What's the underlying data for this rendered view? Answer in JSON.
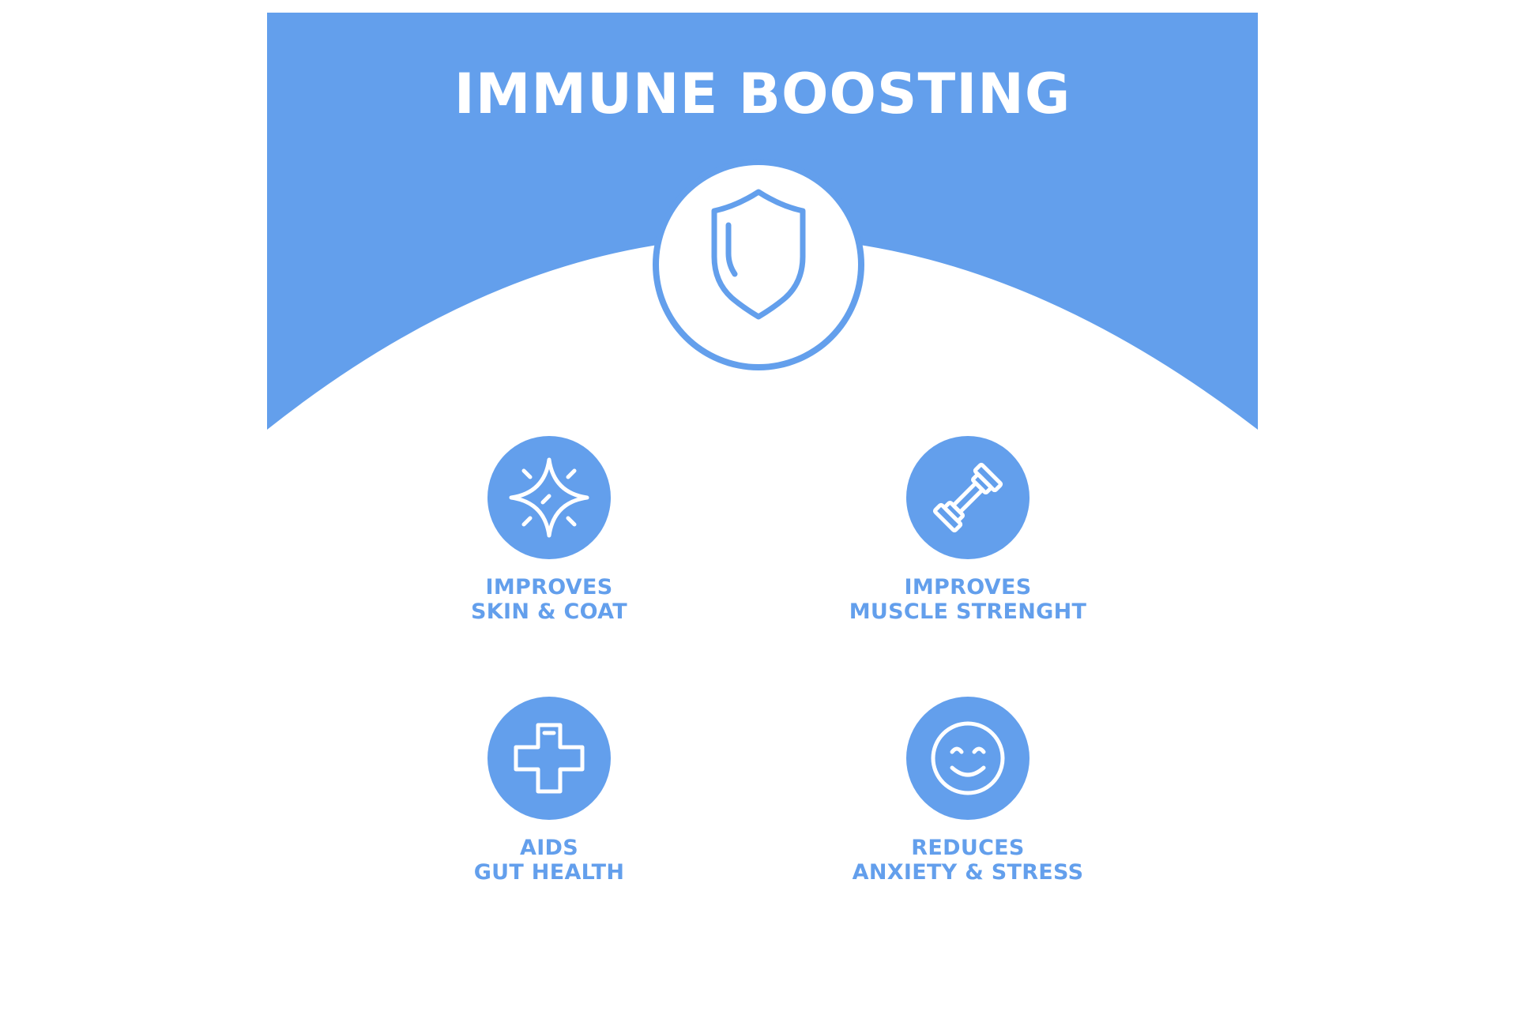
{
  "hero": {
    "title": "IMMUNE BOOSTING",
    "icon": "shield-icon"
  },
  "benefits": [
    {
      "line1": "IMPROVES",
      "line2": "SKIN & COAT",
      "icon": "sparkle-icon"
    },
    {
      "line1": "IMPROVES",
      "line2": "MUSCLE STRENGHT",
      "icon": "dumbbell-icon"
    },
    {
      "line1": "AIDS",
      "line2": "GUT HEALTH",
      "icon": "medical-cross-icon"
    },
    {
      "line1": "REDUCES",
      "line2": "ANXIETY & STRESS",
      "icon": "smiley-face-icon"
    }
  ],
  "colors": {
    "accent": "#639fec",
    "background": "#ffffff"
  }
}
